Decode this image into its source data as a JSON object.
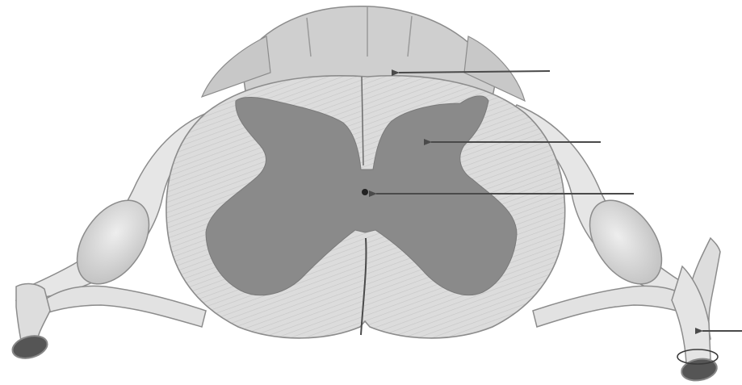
{
  "figure": {
    "subject": "spinal-cord-cross-section",
    "colors": {
      "background": "#ffffff",
      "white_matter": "#dcdcdc",
      "white_matter_stripe": "#c6c6c6",
      "gray_matter": "#8a8a8a",
      "nerve_light": "#e6e6e6",
      "nerve_shadow": "#a9a9a9",
      "outline": "#8c8c8c",
      "arrow": "#4a4a4a",
      "canal": "#222222",
      "nerve_cut_face": "#555555"
    },
    "pointers": [
      {
        "id": "dorsal-column",
        "label": ""
      },
      {
        "id": "gray-matter-dorsal-horn",
        "label": ""
      },
      {
        "id": "central-canal",
        "label": ""
      },
      {
        "id": "spinal-nerve",
        "label": ""
      }
    ]
  }
}
